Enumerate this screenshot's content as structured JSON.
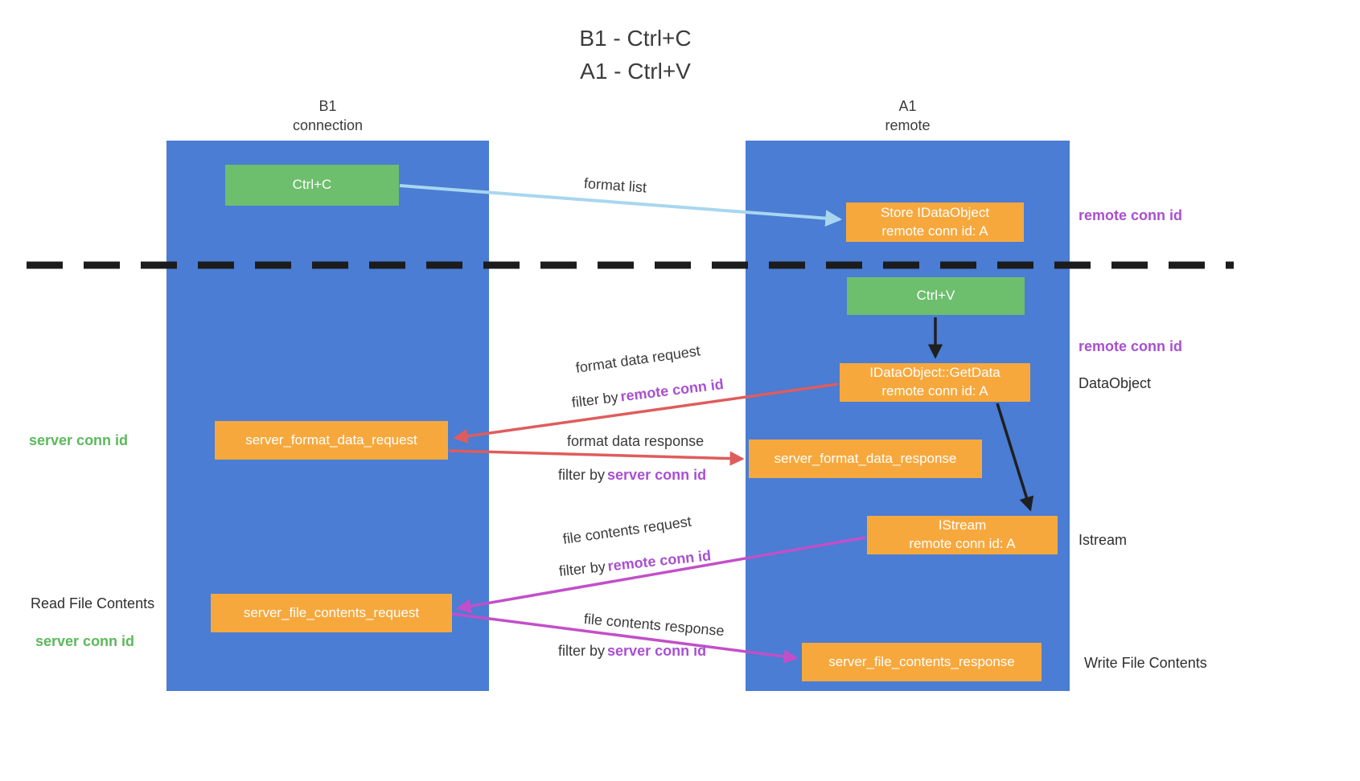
{
  "title": {
    "line1": "B1 - Ctrl+C",
    "line2": "A1 - Ctrl+V"
  },
  "lanes": {
    "b1": {
      "name": "B1",
      "sub": "connection"
    },
    "a1": {
      "name": "A1",
      "sub": "remote"
    }
  },
  "nodes": {
    "ctrl_c": {
      "label": "Ctrl+C"
    },
    "store": {
      "line1": "Store IDataObject",
      "line2": "remote conn id: A"
    },
    "ctrl_v": {
      "label": "Ctrl+V"
    },
    "getdata": {
      "line1": "IDataObject::GetData",
      "line2": "remote conn id: A"
    },
    "format_request": {
      "label": "server_format_data_request"
    },
    "format_response": {
      "label": "server_format_data_response"
    },
    "istream": {
      "line1": "IStream",
      "line2": "remote conn id: A"
    },
    "file_request": {
      "label": "server_file_contents_request"
    },
    "file_response": {
      "label": "server_file_contents_response"
    }
  },
  "side_labels": {
    "remote_conn_id_top": "remote conn id",
    "remote_conn_id_mid": "remote conn id",
    "data_object": "DataObject",
    "istream": "Istream",
    "write_file_contents": "Write File Contents",
    "server_conn_id_top": "server conn id",
    "read_file_contents": "Read File Contents",
    "server_conn_id_bottom": "server conn id"
  },
  "arrow_labels": {
    "format_list": "format list",
    "format_data_request": "format data request",
    "format_data_response": "format data response",
    "file_contents_request": "file contents request",
    "file_contents_response": "file contents response",
    "filter_by": "filter by",
    "remote_conn_id": "remote conn id",
    "server_conn_id": "server conn id"
  },
  "colors": {
    "lane_blue": "#4A7DD3",
    "node_green": "#6DBE6D",
    "node_orange": "#F7A83D",
    "purple_text": "#A94FD1",
    "green_text": "#5CB85C",
    "red_arrow": "#E05C5C",
    "magenta_arrow": "#C24FC9",
    "light_blue_arrow": "#A8D6F0",
    "dashed_line": "#1C1C1C"
  }
}
